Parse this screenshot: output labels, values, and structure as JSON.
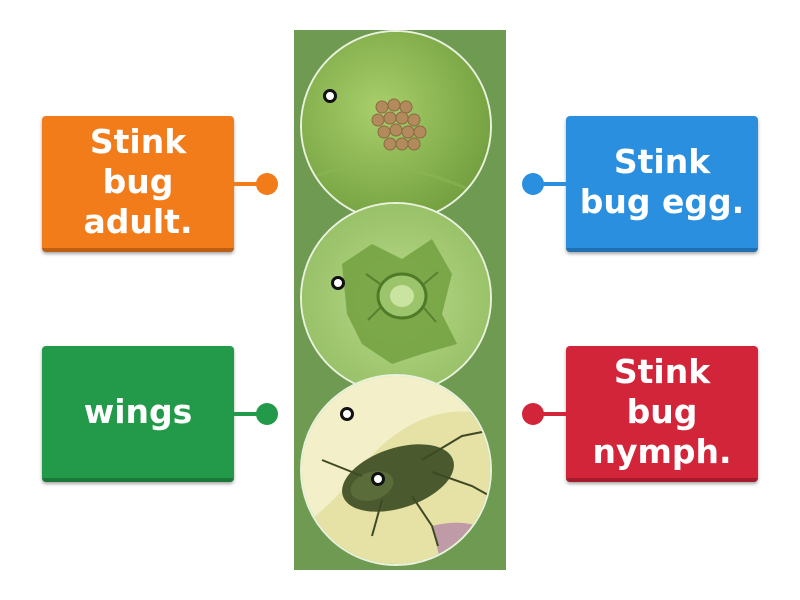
{
  "labels": [
    {
      "text": "Stink bug adult.",
      "color": "#f27b1a"
    },
    {
      "text": "Stink bug egg.",
      "color": "#2b8fe0"
    },
    {
      "text": "wings",
      "color": "#239a49"
    },
    {
      "text": "Stink bug nymph.",
      "color": "#d2253a"
    }
  ],
  "images": [
    {
      "name": "stink-bug-eggs-photo"
    },
    {
      "name": "stink-bug-nymph-photo"
    },
    {
      "name": "stink-bug-adult-photo"
    }
  ]
}
